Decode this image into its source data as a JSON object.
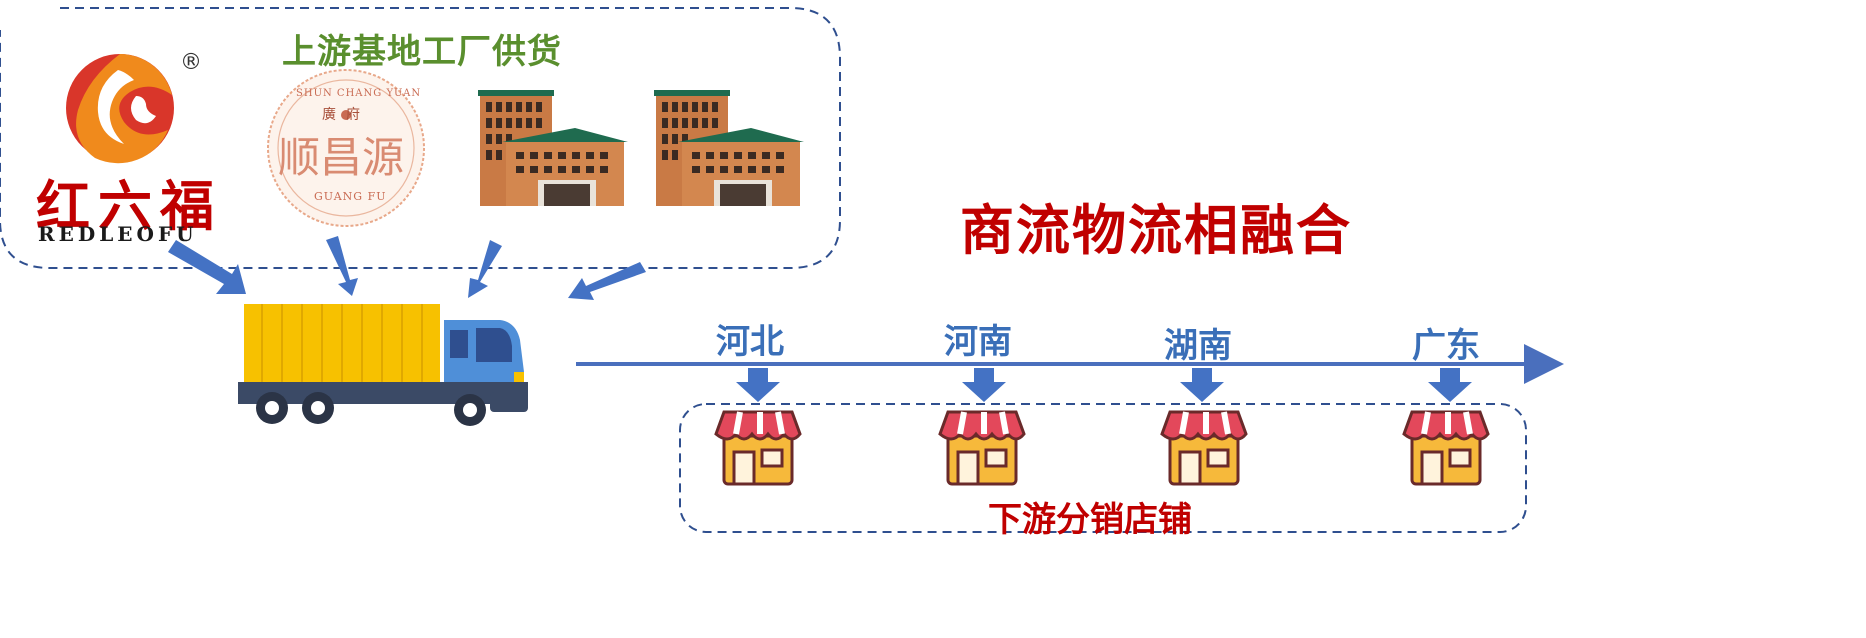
{
  "upstream": {
    "title": "上游基地工厂供货",
    "brand": {
      "name_cn": "红六福",
      "name_en": "REDLEOFU",
      "registered_mark": "®"
    },
    "seal": {
      "top_text": "SHUN CHANG YUAN",
      "small_text": "廣府",
      "main_text": "顺昌源",
      "bottom_text": "GUANG FU"
    },
    "factories": [
      "factory",
      "factory"
    ]
  },
  "headline": "商流物流相融合",
  "regions": [
    "河北",
    "河南",
    "湖南",
    "广东"
  ],
  "downstream": {
    "label": "下游分销店铺"
  },
  "colors": {
    "arrow_blue": "#4472c4",
    "timeline_blue": "#4a6fbd",
    "dash_border": "#2f4f8f",
    "title_green": "#5a8f2e",
    "headline_red": "#c00000",
    "region_blue": "#3a6fb8",
    "truck_cargo": "#f7c100",
    "truck_cab": "#4f8fd8",
    "factory_brick": "#c97a45",
    "factory_roof": "#1f6b4f",
    "shop_awning": "#e3485b",
    "shop_body": "#f6b93b"
  }
}
